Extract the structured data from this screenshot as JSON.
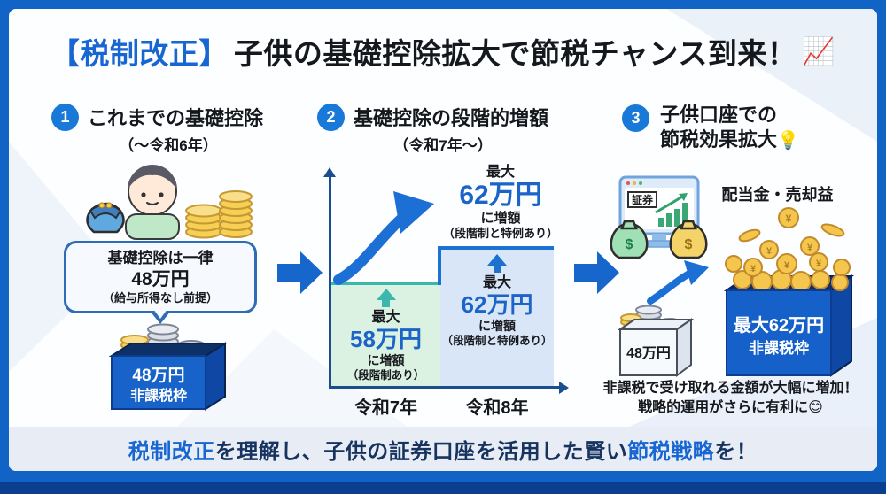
{
  "title": {
    "tag": "【税制改正】",
    "main": "子供の基礎控除拡大で節税チャンス到来！",
    "emoji": "📈"
  },
  "sections": [
    {
      "number": "1",
      "heading": "これまでの基礎控除",
      "subheading": "（〜令和6年）",
      "bubble": {
        "line1": "基礎控除は一律",
        "line2": "48万円",
        "line3": "（給与所得なし前提）"
      },
      "box": {
        "line1": "48万円",
        "line2": "非課税枠"
      }
    },
    {
      "number": "2",
      "heading": "基礎控除の段階的増額",
      "subheading": "（令和7年〜）",
      "top_label": {
        "prefix": "最大",
        "amount": "62万円",
        "suffix": "に増額",
        "note": "（段階制と特例あり）"
      },
      "bars": [
        {
          "prefix": "最大",
          "amount": "58万円",
          "suffix": "に増額",
          "note": "（段階制あり）",
          "year": "令和7年"
        },
        {
          "prefix": "最大",
          "amount": "62万円",
          "suffix": "に増額",
          "note": "（段階制と特例あり）",
          "year": "令和8年"
        }
      ]
    },
    {
      "number": "3",
      "heading_line1": "子供口座での",
      "heading_line2": "節税効果拡大",
      "heading_emoji": "💡",
      "monitor_label": "証券",
      "bag_symbol": "$",
      "coin_symbol": "¥",
      "income_label": "配当金・売却益",
      "small_box": {
        "label": "48万円"
      },
      "big_box": {
        "line1": "最大62万円",
        "line2": "非課税枠"
      },
      "note_line1": "非課税で受け取れる金額が大幅に増加！",
      "note_line2": "戦略的運用がさらに有利に",
      "note_emoji": "😊"
    }
  ],
  "footer": {
    "segments": [
      {
        "text": "税制改正",
        "highlight": true
      },
      {
        "text": "を理解し、子供の証券口座を活用した賢い",
        "highlight": false
      },
      {
        "text": "節税戦略",
        "highlight": true
      },
      {
        "text": "を！",
        "highlight": false
      }
    ]
  },
  "chart_data": {
    "type": "bar",
    "title": "基礎控除の段階的増額（令和7年〜）",
    "categories": [
      "令和7年",
      "令和8年"
    ],
    "values": [
      58,
      62
    ],
    "unit": "万円",
    "ylim": [
      0,
      70
    ],
    "grid": false,
    "annotations": [
      "最大58万円に増額（段階制あり）",
      "最大62万円に増額（段階制と特例あり）",
      "最大62万円に増額（段階制と特例あり）"
    ],
    "bar_colors": [
      "#DBF1E1",
      "#D8E6F7"
    ]
  },
  "colors": {
    "frame_blue": "#1164C6",
    "frame_dark": "#0B3E8E",
    "accent_blue": "#1766CB",
    "badge_blue": "#1879D8",
    "amount_blue": "#1B64C8",
    "teal": "#3BB7AE",
    "green_fill": "#DBF1E1",
    "blue_fill": "#D8E6F7",
    "gold": "#F4C64E",
    "navy_text": "#17335F",
    "footer_band": "#E8EDF5"
  }
}
